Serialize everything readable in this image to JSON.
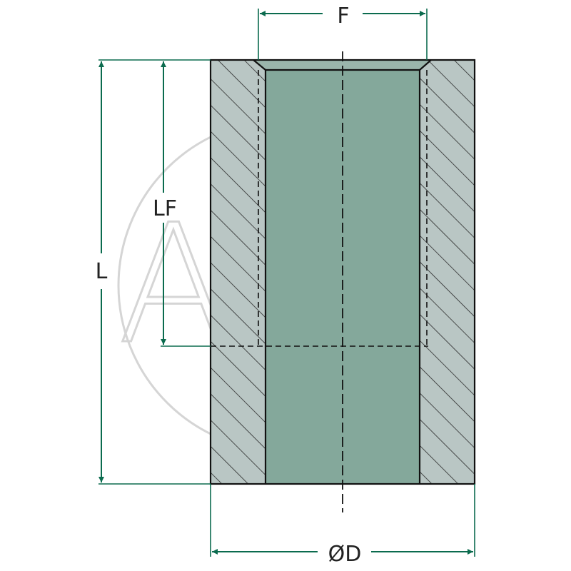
{
  "watermark": {
    "text": "AGP"
  },
  "labels": {
    "length": "L",
    "thread_depth": "LF",
    "thread": "F",
    "diameter": "ØD"
  },
  "colors": {
    "bore_fill": "#84a89b",
    "wall_fill": "#b9c6c4",
    "outline": "#111111",
    "dimension": "#0b6b4e",
    "watermark": "#d5d5d5"
  }
}
